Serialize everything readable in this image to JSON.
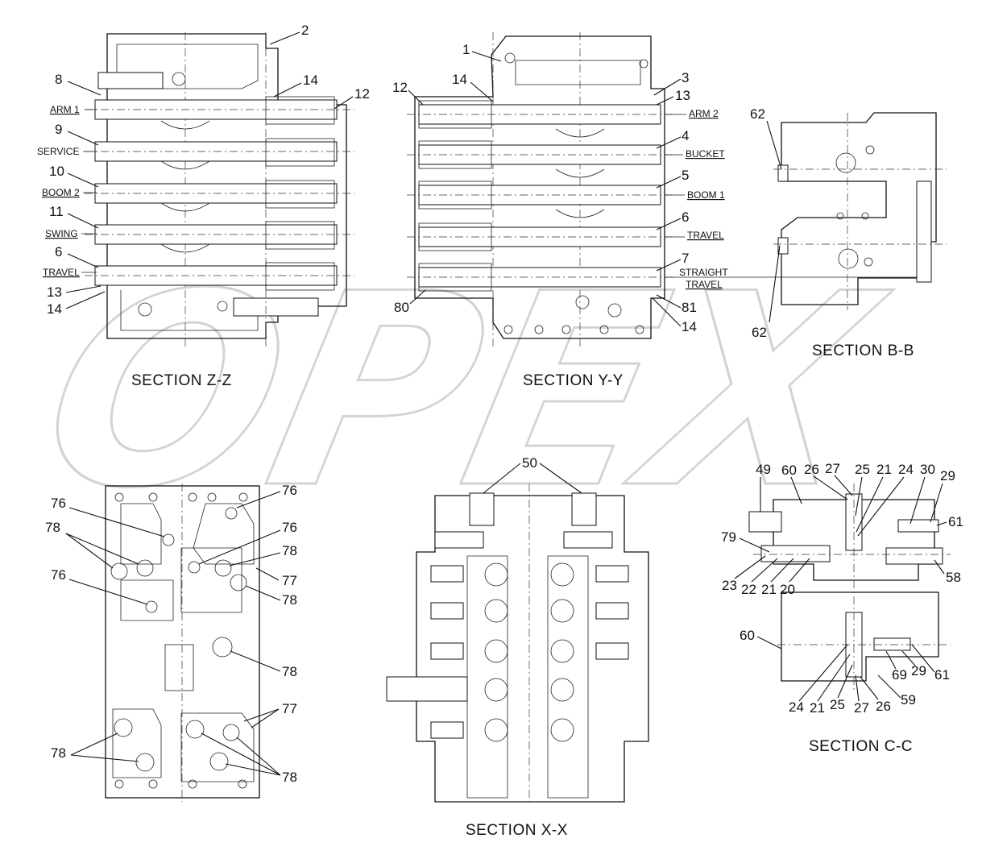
{
  "watermark": "OPEX",
  "sections": {
    "zz": "SECTION  Z-Z",
    "yy": "SECTION  Y-Y",
    "bb": "SECTION  B-B",
    "xx": "SECTION  X-X",
    "cc": "SECTION  C-C"
  },
  "functions_zz": [
    "ARM 1",
    "SERVICE",
    "BOOM 2",
    "SWING",
    "TRAVEL"
  ],
  "functions_yy": [
    "ARM 2",
    "BUCKET",
    "BOOM 1",
    "TRAVEL",
    "STRAIGHT",
    "TRAVEL"
  ],
  "callouts": {
    "zz": [
      "2",
      "8",
      "14",
      "12",
      "9",
      "10",
      "11",
      "6",
      "13",
      "14"
    ],
    "yy": [
      "1",
      "14",
      "12",
      "3",
      "13",
      "4",
      "5",
      "6",
      "7",
      "80",
      "81",
      "14"
    ],
    "bb": [
      "62",
      "62"
    ],
    "plate": [
      "76",
      "76",
      "78",
      "76",
      "78",
      "77",
      "78",
      "76",
      "78",
      "77",
      "78",
      "78"
    ],
    "xx": [
      "50"
    ],
    "cc_top": [
      "49",
      "60",
      "26",
      "27",
      "25",
      "21",
      "24",
      "30",
      "29",
      "61",
      "79",
      "58",
      "23",
      "22",
      "21",
      "20"
    ],
    "cc_bottom": [
      "60",
      "69",
      "29",
      "61",
      "24",
      "21",
      "25",
      "27",
      "26",
      "59"
    ]
  }
}
